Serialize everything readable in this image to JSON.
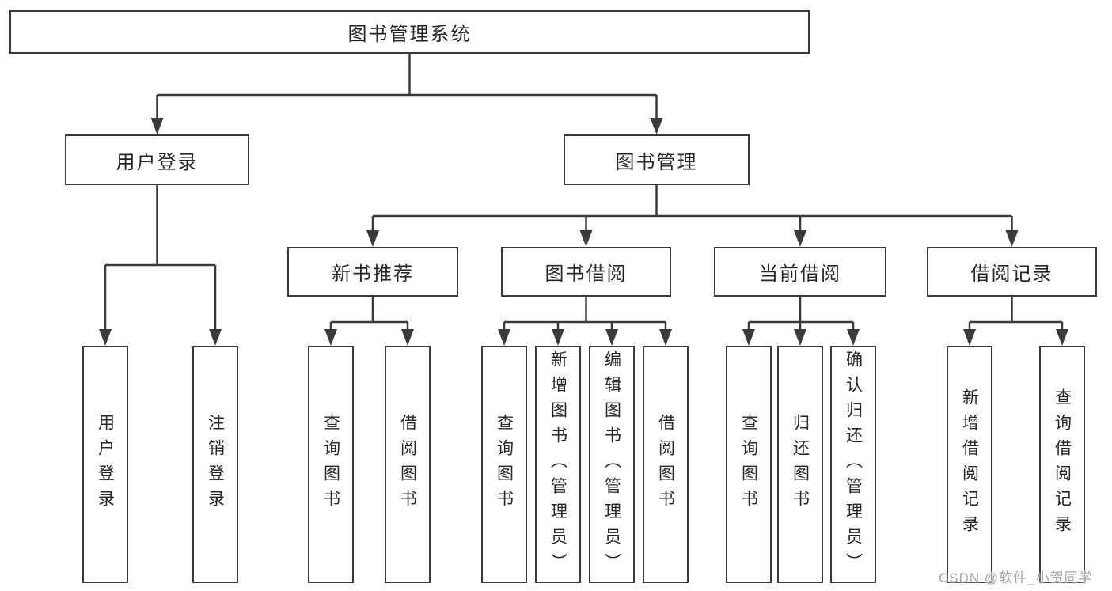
{
  "diagram": {
    "root": "图书管理系统",
    "level2": {
      "user_login": "用户登录",
      "book_mgmt": "图书管理"
    },
    "level3": {
      "new_books": "新书推荐",
      "borrowing": "图书借阅",
      "current": "当前借阅",
      "records": "借阅记录"
    },
    "leaves": {
      "login": "用户登录",
      "logout": "注销登录",
      "nb_query": "查询图书",
      "nb_borrow": "借阅图书",
      "bw_query": "查询图书",
      "bw_add": "新增图书（管理员）",
      "bw_edit": "编辑图书（管理员）",
      "bw_borrow": "借阅图书",
      "cur_query": "查询图书",
      "cur_return": "归还图书",
      "cur_confirm": "确认归还（管理员）",
      "rec_add": "新增借阅记录",
      "rec_query": "查询借阅记录"
    }
  },
  "watermark": "CSDN @软件_小贺同学",
  "colors": {
    "line": "#3a3a3a",
    "text": "#262626",
    "watermark": "#a6a6a6"
  }
}
